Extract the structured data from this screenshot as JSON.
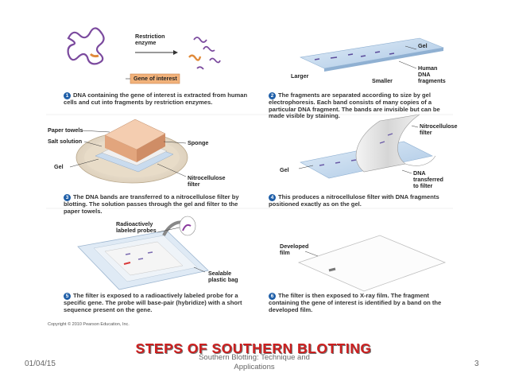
{
  "slide": {
    "title": "STEPS OF SOUTHERN BLOTTING",
    "footer_date": "01/04/15",
    "footer_center": "Southern Blotting: Technique and Applications",
    "page_number": "3"
  },
  "figure": {
    "labels": {
      "restriction_enzyme": "Restriction\nenzyme",
      "gene_of_interest": "Gene of interest",
      "gel": "Gel",
      "larger": "Larger",
      "smaller": "Smaller",
      "human_dna": "Human\nDNA\nfragments",
      "paper_towels": "Paper towels",
      "salt_solution": "Salt solution",
      "sponge": "Sponge",
      "gel2": "Gel",
      "nitro_filter": "Nitrocellulose\nfilter",
      "nitro_filter2": "Nitrocellulose\nfilter",
      "gel3": "Gel",
      "dna_transferred": "DNA\ntransferred\nto filter",
      "radio_probes": "Radioactively\nlabeled probes",
      "sealable_bag": "Sealable\nplastic bag",
      "developed_film": "Developed\nfilm"
    },
    "steps": [
      {
        "num": "1",
        "text": "DNA containing the gene of interest is extracted from human cells and cut into fragments by restriction enzymes."
      },
      {
        "num": "2",
        "text": "The fragments are separated according to size by gel electrophoresis. Each band consists of many copies of a particular DNA fragment. The bands are invisible but can be made visible by staining."
      },
      {
        "num": "3",
        "text": "The DNA bands are transferred to a nitrocellulose filter by blotting. The solution passes through the gel and filter to the paper towels."
      },
      {
        "num": "4",
        "text": "This produces a nitrocellulose filter with DNA fragments positioned exactly as on the gel."
      },
      {
        "num": "5",
        "text": "The filter is exposed to a radioactively labeled probe for a specific gene. The probe will base-pair (hybridize) with a short sequence present on the gene."
      },
      {
        "num": "6",
        "text": "The filter is then exposed to X-ray film. The fragment containing the gene of interest is identified by a band on the developed film."
      }
    ],
    "copyright": "Copyright © 2010 Pearson Education, Inc."
  },
  "colors": {
    "title_red": "#cc1f1f",
    "step_blue": "#1f5fa8",
    "gel_blue": "#b9d2ea",
    "dna_purple": "#7b4a9e",
    "gene_orange": "#f2b27a",
    "sponge_tan": "#e6b48c"
  }
}
